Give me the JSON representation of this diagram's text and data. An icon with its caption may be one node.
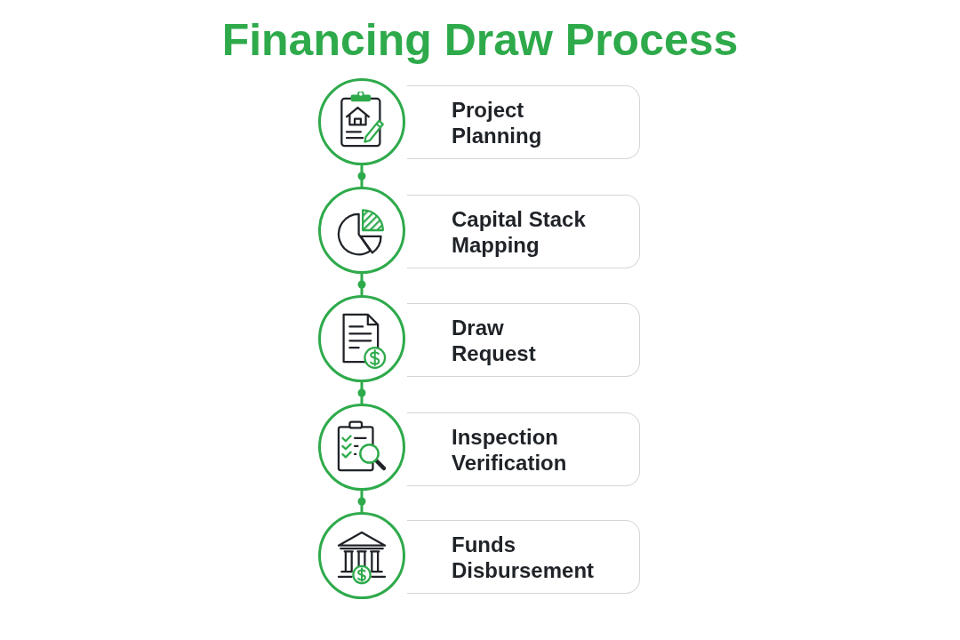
{
  "diagram": {
    "title": "Financing Draw Process",
    "nodes": [
      {
        "text": [],
        "shape": "circle"
      },
      {
        "text": [
          "Project Planning"
        ]
      },
      {
        "text": [],
        "shape": "circle"
      },
      {
        "text": [
          "Capital Stack Mapping"
        ]
      },
      {
        "text": [],
        "shape": "circle"
      },
      {
        "text": [
          "Draw Request"
        ]
      },
      {
        "text": [],
        "shape": "circle"
      },
      {
        "text": [
          "Inspection Verification"
        ]
      },
      {
        "text": [],
        "shape": "circle"
      },
      {
        "text": [
          "Funds Disbursement"
        ]
      }
    ],
    "edges": [
      {
        "from": 0,
        "to": 2,
        "arrow": "none"
      },
      {
        "from": 2,
        "to": 4,
        "arrow": "none"
      },
      {
        "from": 4,
        "to": 6,
        "arrow": "none"
      },
      {
        "from": 6,
        "to": 8,
        "arrow": "none"
      }
    ]
  }
}
